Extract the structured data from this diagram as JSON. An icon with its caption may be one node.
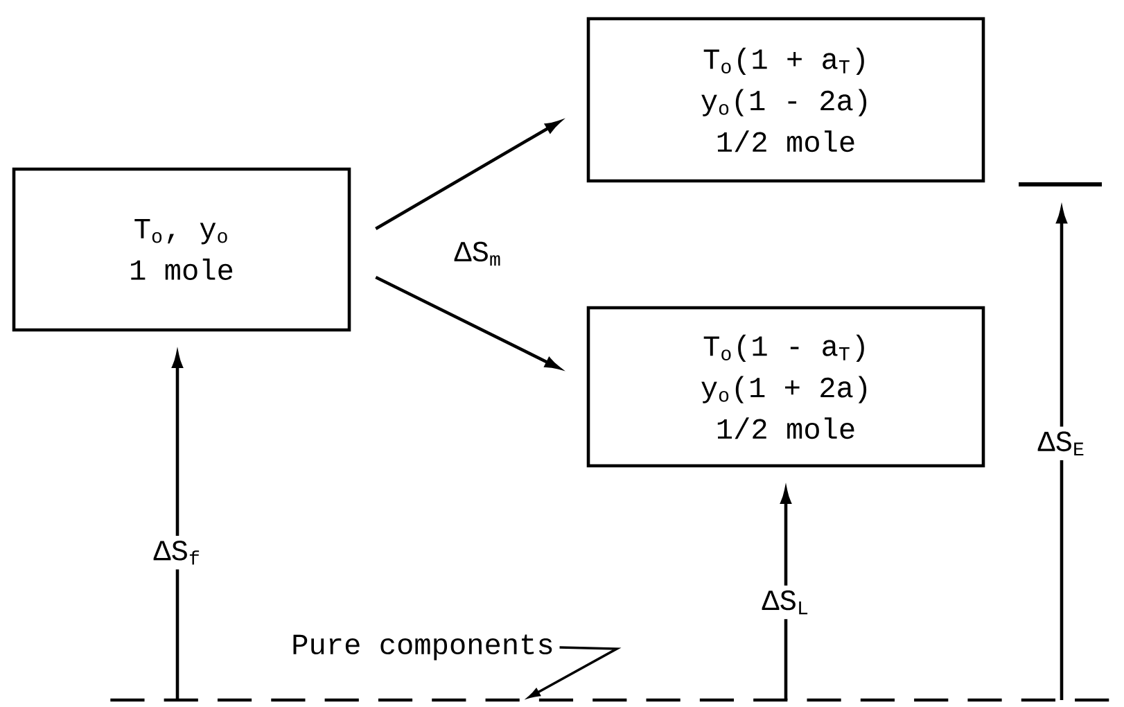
{
  "diagram": {
    "nodes": [
      {
        "text": [
          "T$_{o}$, y$_{o}$",
          "1 mole"
        ]
      },
      {
        "text": [
          "T$_{o}$(1 + a$_{T}$)",
          "y$_{o}$(1 - 2a)",
          "1/2 mole"
        ]
      },
      {
        "text": [
          "T$_{o}$(1 - a$_{T}$)",
          "y$_{o}$(1 + 2a)",
          "1/2 mole"
        ]
      },
      {
        "text": [
          "Pure components"
        ]
      },
      {
        "text": [],
        "shape": "line"
      },
      {
        "text": [],
        "shape": "bar"
      }
    ],
    "edges": [
      {
        "from": 0,
        "to": 1,
        "arrow": "to"
      },
      {
        "from": 0,
        "to": 2,
        "arrow": "to"
      },
      {
        "from": 4,
        "to": 0,
        "arrow": "to",
        "label": "ΔS$_{f}$"
      },
      {
        "from": 4,
        "to": 2,
        "arrow": "to",
        "label": "ΔS$_{L}$"
      },
      {
        "from": 4,
        "to": 5,
        "arrow": "to",
        "label": "ΔS$_{E}$"
      },
      {
        "from": 3,
        "to": 4,
        "arrow": "to"
      }
    ],
    "labels": [
      "ΔS$_{m}$"
    ]
  }
}
